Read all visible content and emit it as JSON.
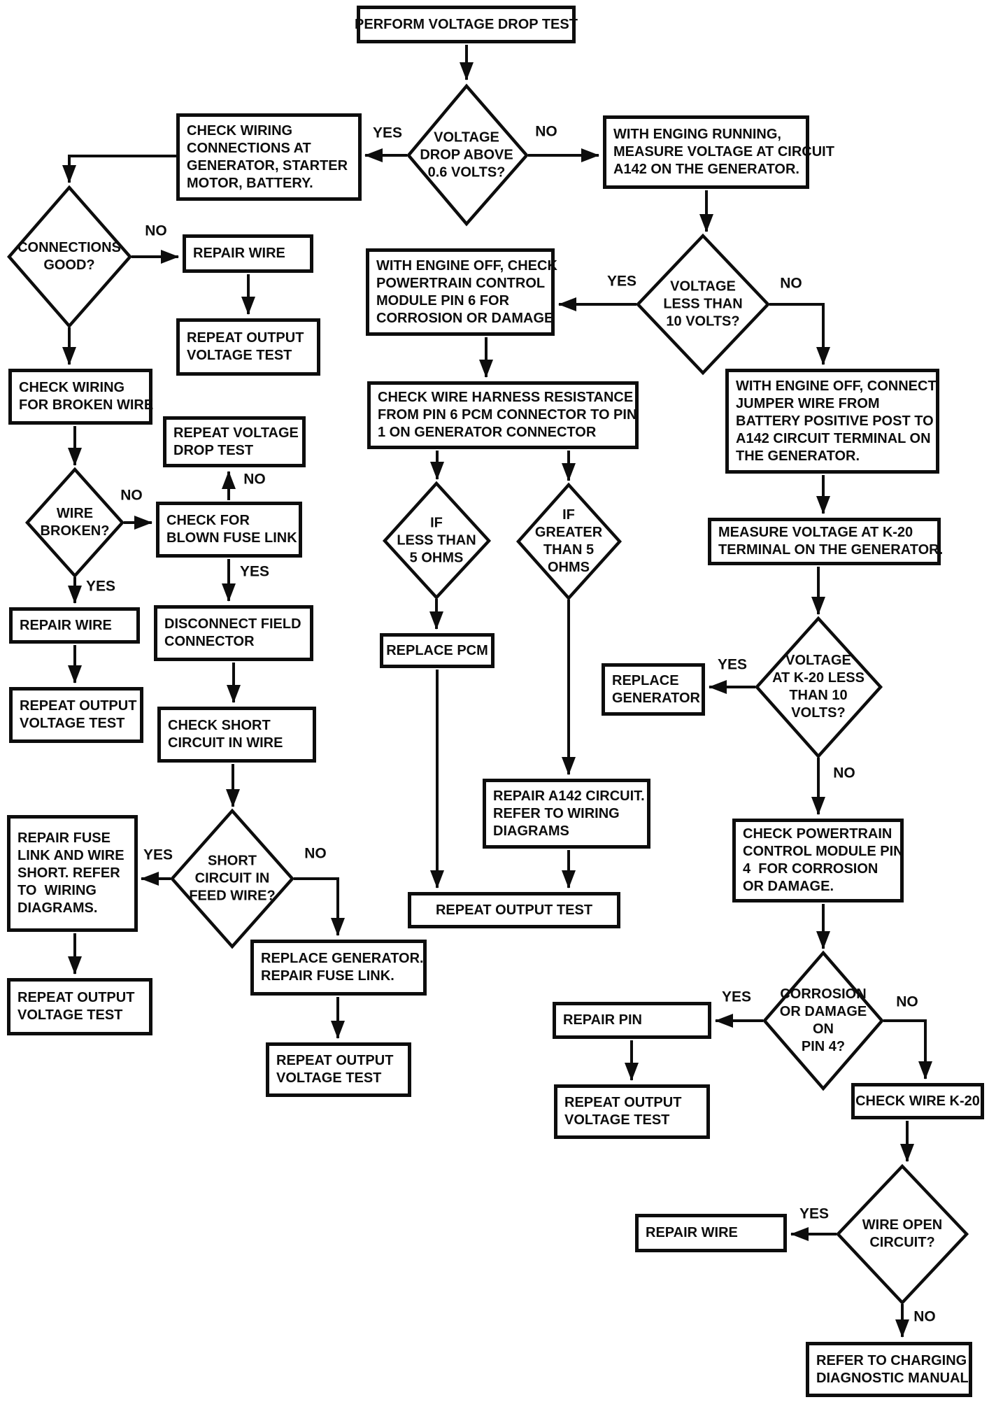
{
  "branch_labels": {
    "yes": "YES",
    "no": "NO"
  },
  "nodes": {
    "perform_test": "PERFORM VOLTAGE DROP TEST",
    "check_wiring_connections": "CHECK WIRING\nCONNECTIONS AT\nGENERATOR, STARTER\nMOTOR, BATTERY.",
    "repair_wire_1": "REPAIR WIRE",
    "repeat_output_voltage_1": "REPEAT OUTPUT\nVOLTAGE TEST",
    "check_wiring_for_broken": "CHECK WIRING\nFOR BROKEN WIRE",
    "repeat_voltage_drop": "REPEAT VOLTAGE\nDROP TEST",
    "check_blown_fuse": "CHECK FOR\nBLOWN FUSE LINK",
    "repair_wire_2": "REPAIR WIRE",
    "repeat_output_voltage_2": "REPEAT OUTPUT\nVOLTAGE TEST",
    "disconnect_field": "DISCONNECT FIELD\nCONNECTOR",
    "check_short_circuit": "CHECK SHORT\nCIRCUIT IN WIRE",
    "repair_fuse_link": "REPAIR FUSE\nLINK AND WIRE\nSHORT. REFER\nTO  WIRING\nDIAGRAMS.",
    "repeat_output_voltage_3": "REPEAT OUTPUT\nVOLTAGE TEST",
    "replace_generator_fuse": "REPLACE GENERATOR.\nREPAIR FUSE LINK.",
    "repeat_output_voltage_4": "REPEAT OUTPUT\nVOLTAGE TEST",
    "engine_off_check_pin6": "WITH ENGINE OFF, CHECK\nPOWERTRAIN CONTROL\nMODULE PIN 6 FOR\nCORROSION OR DAMAGE",
    "check_wire_harness": "CHECK WIRE HARNESS RESISTANCE\nFROM PIN 6 PCM CONNECTOR TO PIN\n1 ON GENERATOR CONNECTOR",
    "replace_pcm": "REPLACE PCM",
    "repair_a142": "REPAIR A142 CIRCUIT.\nREFER TO WIRING\nDIAGRAMS",
    "repeat_output_test": "REPEAT OUTPUT TEST",
    "enging_running": "WITH ENGING RUNNING,\nMEASURE VOLTAGE AT CIRCUIT\nA142 ON THE GENERATOR.",
    "engine_off_jumper": "WITH ENGINE OFF, CONNECT\nJUMPER WIRE FROM\nBATTERY POSITIVE POST TO\nA142 CIRCUIT TERMINAL ON\nTHE GENERATOR.",
    "measure_k20": "MEASURE VOLTAGE AT K-20\nTERMINAL ON THE GENERATOR.",
    "replace_generator": "REPLACE\nGENERATOR",
    "check_pin4": "CHECK POWERTRAIN\nCONTROL MODULE PIN\n4  FOR CORROSION\nOR DAMAGE.",
    "repair_pin": "REPAIR PIN",
    "repeat_output_voltage_5": "REPEAT OUTPUT\nVOLTAGE TEST",
    "check_wire_k20": "CHECK WIRE K-20",
    "repair_wire_3": "REPAIR WIRE",
    "refer_charging": "REFER TO CHARGING\nDIAGNOSTIC MANUAL"
  },
  "decisions": {
    "voltage_drop_above": "VOLTAGE\nDROP ABOVE\n0.6 VOLTS?",
    "connections_good": "CONNECTIONS\nGOOD?",
    "wire_broken": "WIRE\nBROKEN?",
    "short_circuit_feed": "SHORT\nCIRCUIT IN\nFEED WIRE?",
    "if_less_5": "IF\nLESS THAN\n5 OHMS",
    "if_greater_5": "IF\nGREATER\nTHAN 5\nOHMS",
    "voltage_less_10": "VOLTAGE\nLESS THAN\n10 VOLTS?",
    "k20_less_10": "VOLTAGE\nAT K-20 LESS\nTHAN 10\nVOLTS?",
    "corrosion_pin4": "CORROSION\nOR DAMAGE\nON\nPIN 4?",
    "wire_open": "WIRE OPEN\nCIRCUIT?"
  }
}
